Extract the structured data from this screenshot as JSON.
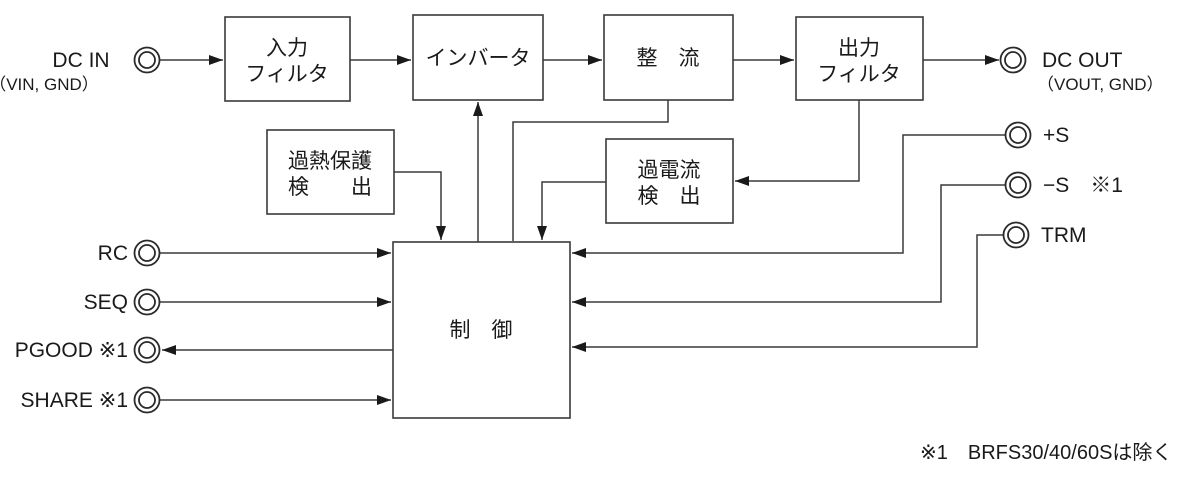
{
  "diagram_type": "power-module-block-diagram",
  "colors": {
    "background": "#ffffff",
    "line": "#3a3a3a",
    "text": "#1a1a1a"
  },
  "blocks": {
    "input_filter": {
      "line1": "入力",
      "line2": "フィルタ"
    },
    "inverter": {
      "label": "インバータ"
    },
    "rectifier": {
      "label": "整　流"
    },
    "output_filter": {
      "line1": "出力",
      "line2": "フィルタ"
    },
    "overheat_detect": {
      "line1": "過熱保護",
      "line2": "検　　出"
    },
    "overcurrent_detect": {
      "line1": "過電流",
      "line2": "検　出"
    },
    "control": {
      "label": "制　御"
    }
  },
  "terminals": {
    "dc_in": {
      "label": "DC IN",
      "sublabel": "（VIN, GND）"
    },
    "dc_out": {
      "label": "DC OUT",
      "sublabel": "（VOUT, GND）"
    },
    "plus_s": {
      "label": "+S"
    },
    "minus_s": {
      "label": "−S　※1"
    },
    "trm": {
      "label": "TRM"
    },
    "rc": {
      "label": "RC"
    },
    "seq": {
      "label": "SEQ"
    },
    "pgood": {
      "label": "PGOOD ※1"
    },
    "share": {
      "label": "SHARE ※1"
    }
  },
  "footnote": "※1　BRFS30/40/60Sは除く"
}
